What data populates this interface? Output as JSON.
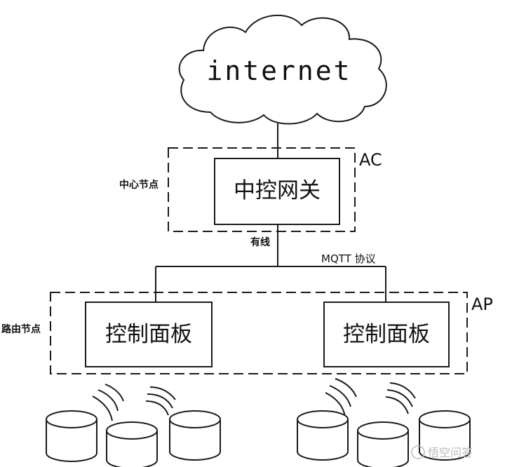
{
  "cloud": {
    "label": "internet"
  },
  "ac_zone": {
    "tag": "AC",
    "side_label": "中心节点"
  },
  "gateway": {
    "label": "中控网关"
  },
  "link": {
    "wired_label": "有线",
    "protocol_label": "MQTT 协议"
  },
  "ap_zone": {
    "tag": "AP",
    "side_label": "路由节点"
  },
  "panels": [
    {
      "label": "控制面板"
    },
    {
      "label": "控制面板"
    }
  ],
  "watermark": {
    "text": "悟空问答"
  },
  "colors": {
    "line": "#1a1a1a",
    "background": "#ffffff"
  }
}
